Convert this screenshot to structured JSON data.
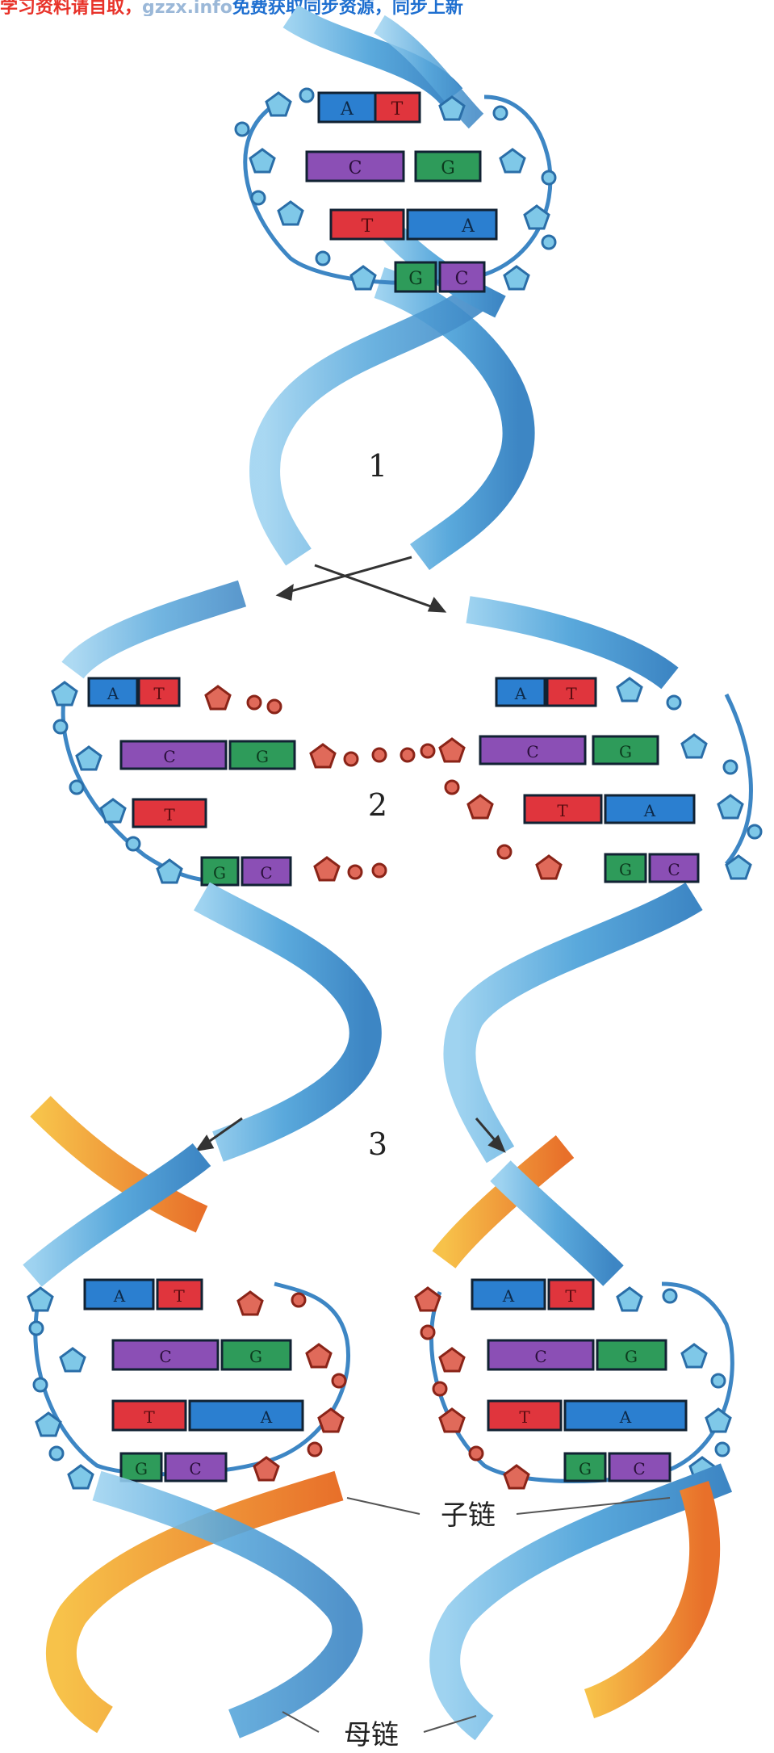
{
  "banner": {
    "segment_1": "学习资料请自取，",
    "segment_2": "gzzx.info",
    "segment_3": "免费获取同步资源，同步上新"
  },
  "steps": {
    "step_1": "1",
    "step_2": "2",
    "step_3": "3"
  },
  "bases": {
    "A": "A",
    "T": "T",
    "C": "C",
    "G": "G"
  },
  "labels": {
    "daughter_strand": "子链",
    "parent_strand": "母链"
  },
  "colors": {
    "parent_strand": "#5aa9dc",
    "parent_strand_dark": "#3d86c4",
    "daughter_strand": "#f5a23a",
    "daughter_strand_dark": "#e8702a",
    "base_A": "#2b7fd0",
    "base_T": "#e0353d",
    "base_C": "#8b4fb5",
    "base_G": "#2e9b5a",
    "deoxyribose_parent": "#7fc8e8",
    "deoxyribose_daughter": "#e06a5a",
    "arrow": "#333333"
  }
}
